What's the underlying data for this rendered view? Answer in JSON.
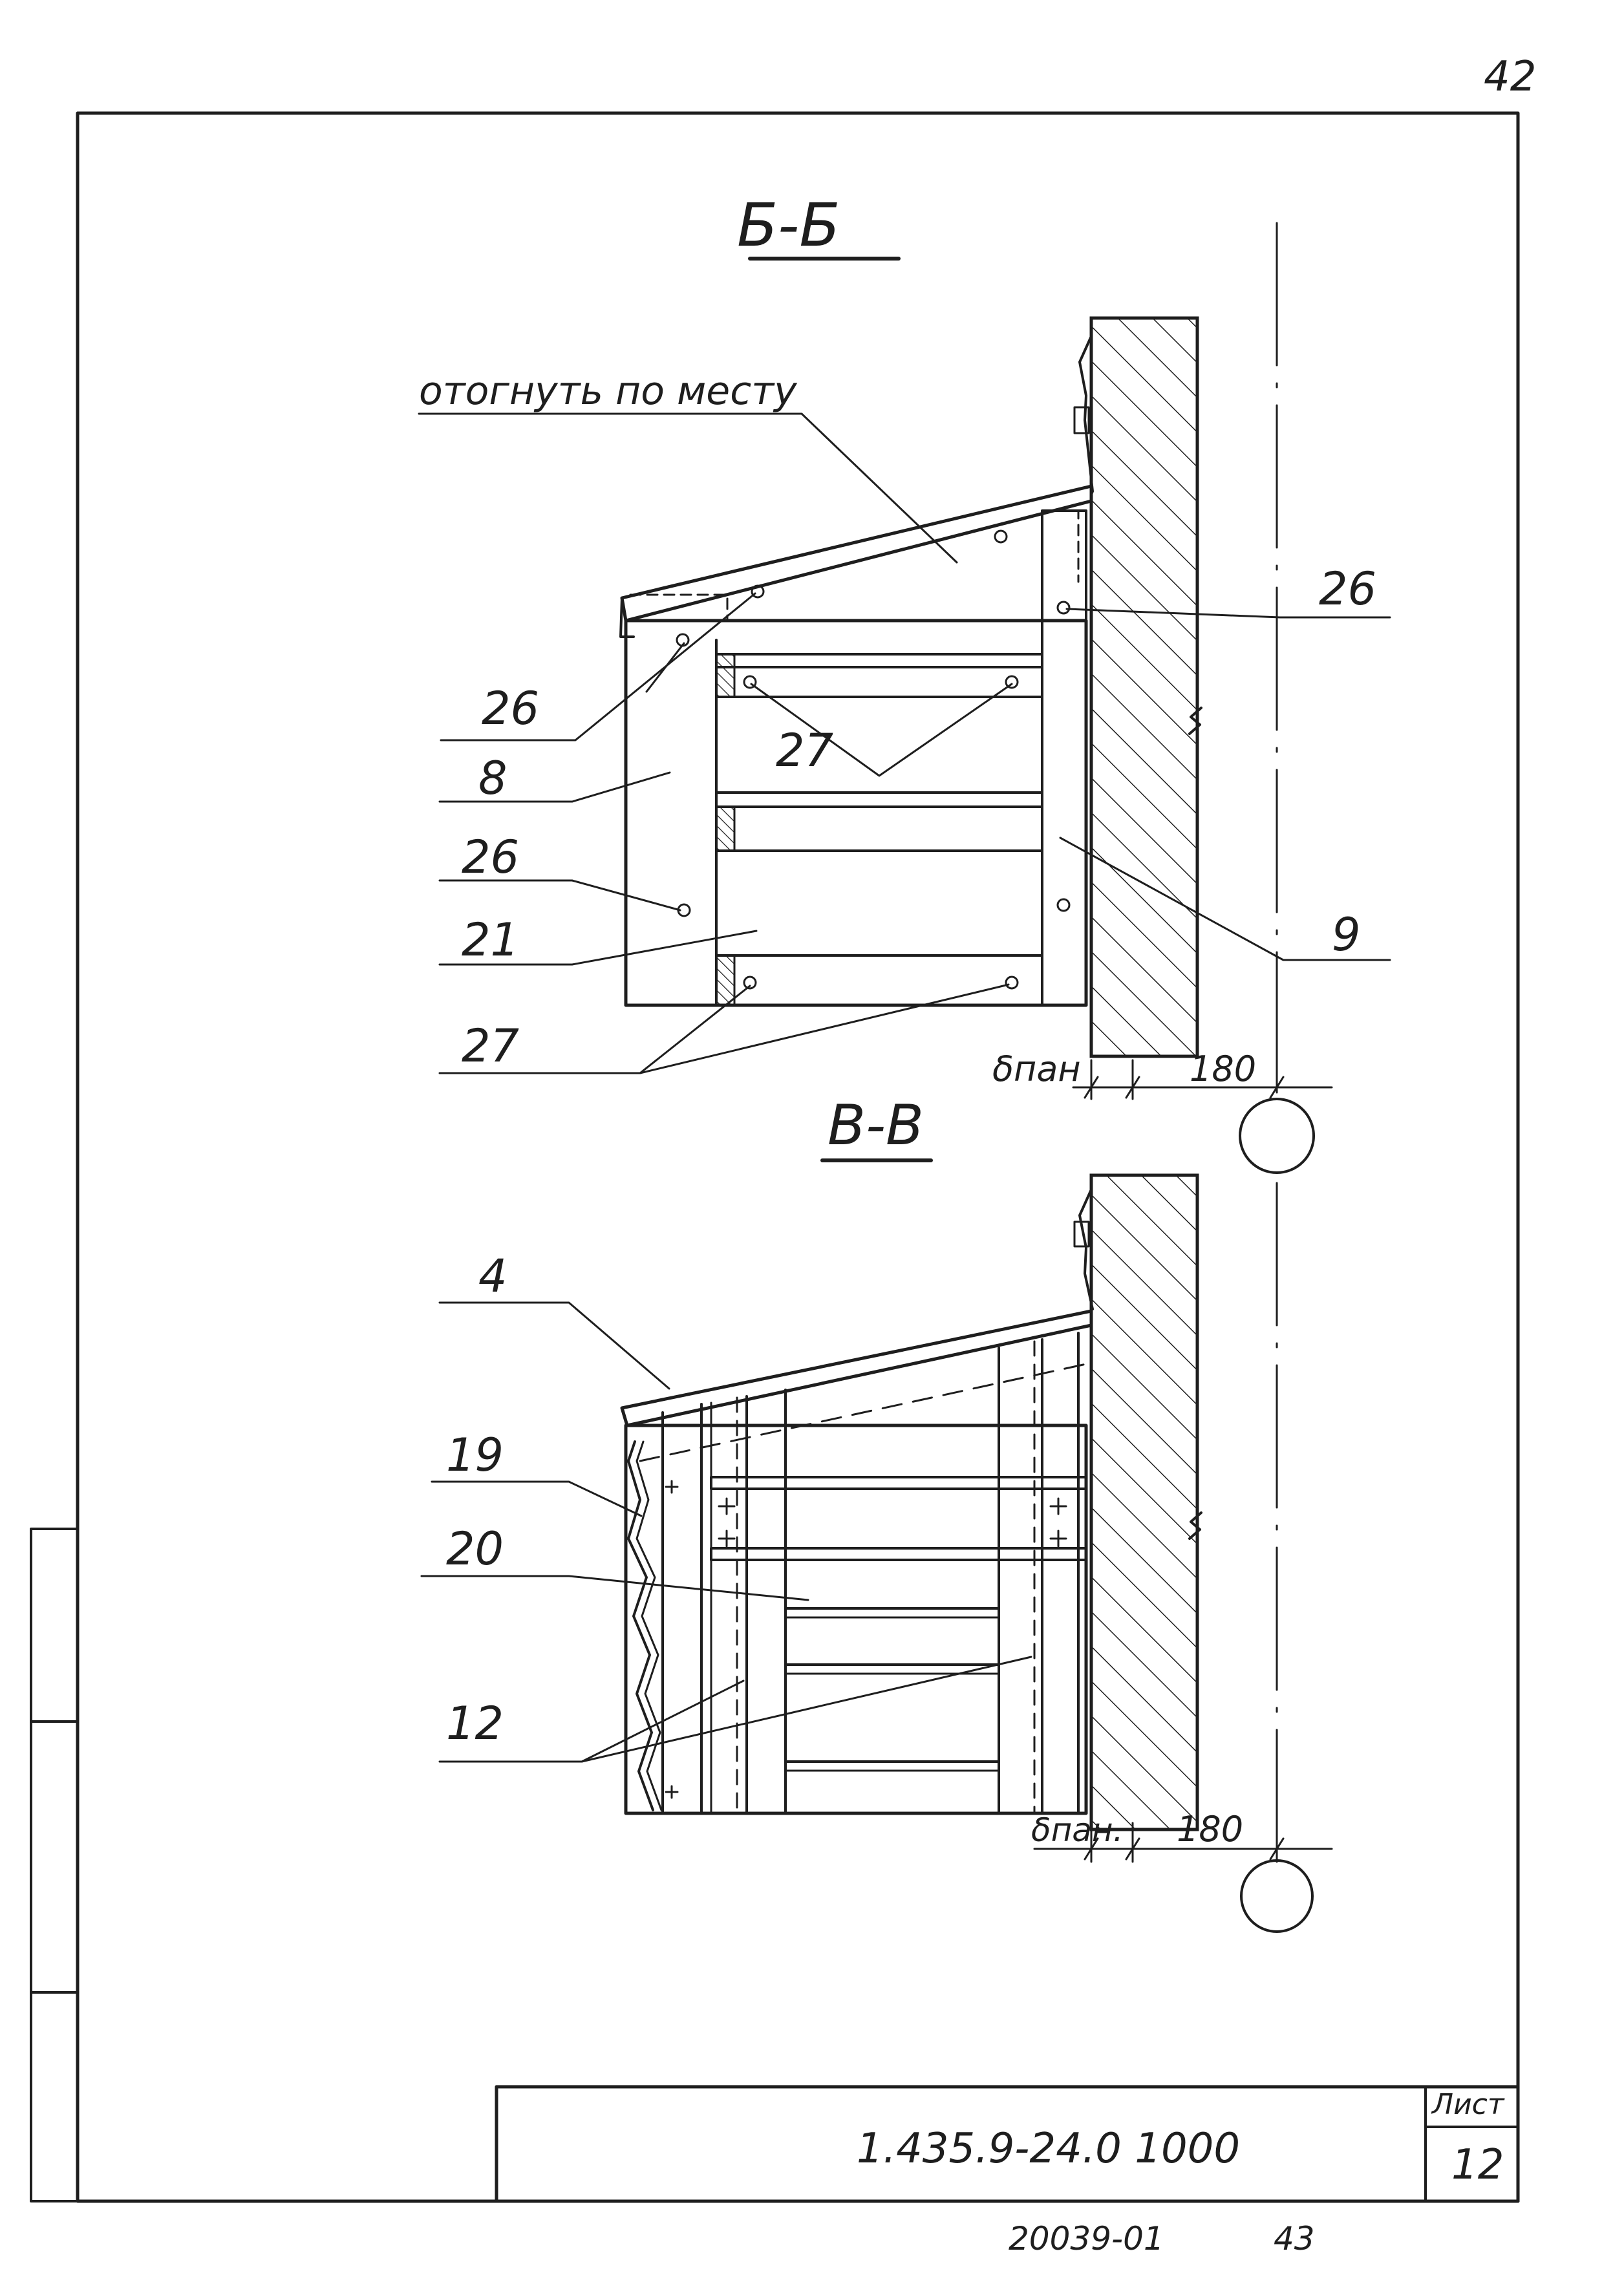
{
  "page_number": "42",
  "sections": [
    {
      "title": "Б-Б",
      "note": "отогнуть по месту",
      "callouts": [
        "26",
        "26",
        "8",
        "26",
        "21",
        "27",
        "27",
        "9"
      ],
      "dims": {
        "panel": "δпан",
        "wall": "180"
      }
    },
    {
      "title": "В-В",
      "callouts": [
        "4",
        "19",
        "20",
        "12"
      ],
      "dims": {
        "panel": "δпан.",
        "wall": "180"
      }
    }
  ],
  "title_block": {
    "designation": "1.435.9-24.0 1000",
    "sheet_label": "Лист",
    "sheet_number": "12"
  },
  "footer": {
    "archive_no": "20039-01",
    "copy_no": "43"
  }
}
